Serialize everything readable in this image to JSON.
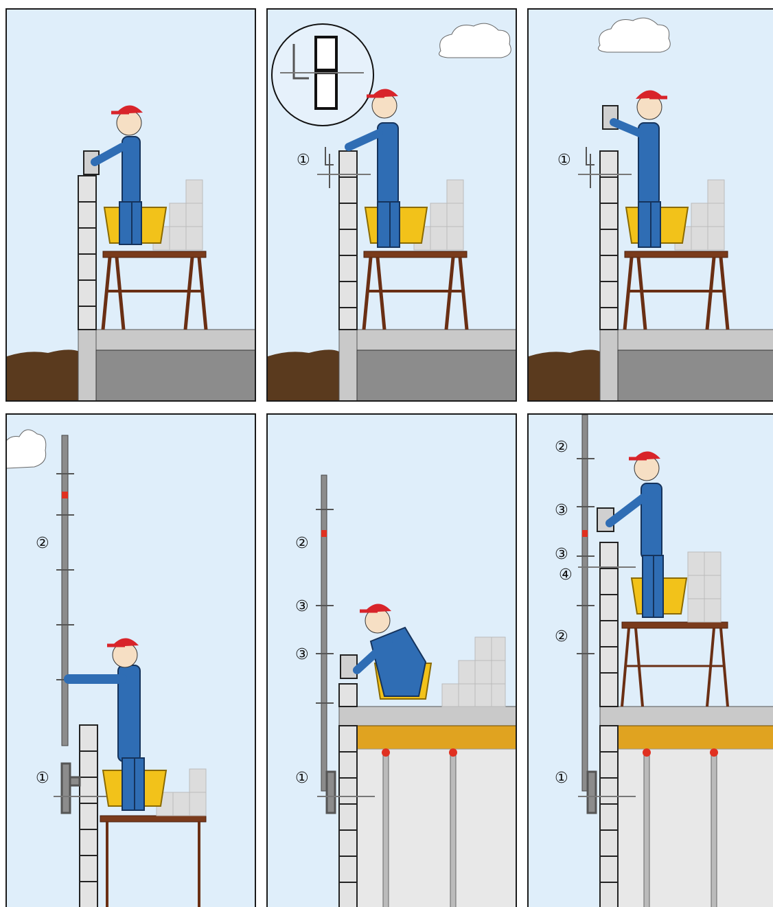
{
  "comic": {
    "panels": [
      {
        "id": 1,
        "labels": []
      },
      {
        "id": 2,
        "labels": [
          "①"
        ]
      },
      {
        "id": 3,
        "labels": [
          "①"
        ]
      },
      {
        "id": 4,
        "labels": [
          "②",
          "①"
        ]
      },
      {
        "id": 5,
        "labels": [
          "②",
          "③",
          "③",
          "①"
        ]
      },
      {
        "id": 6,
        "labels": [
          "②",
          "③",
          "③",
          "④",
          "②",
          "①"
        ]
      }
    ]
  },
  "colors": {
    "sky": "#dfeefa",
    "worker_blue": "#2f6db4",
    "cap_red": "#d8242a",
    "bucket_yellow": "#f2c21a",
    "block_grey": "#d9d9d9",
    "slab_grey": "#8c8c8c",
    "timber_brown": "#7a3b1c"
  }
}
